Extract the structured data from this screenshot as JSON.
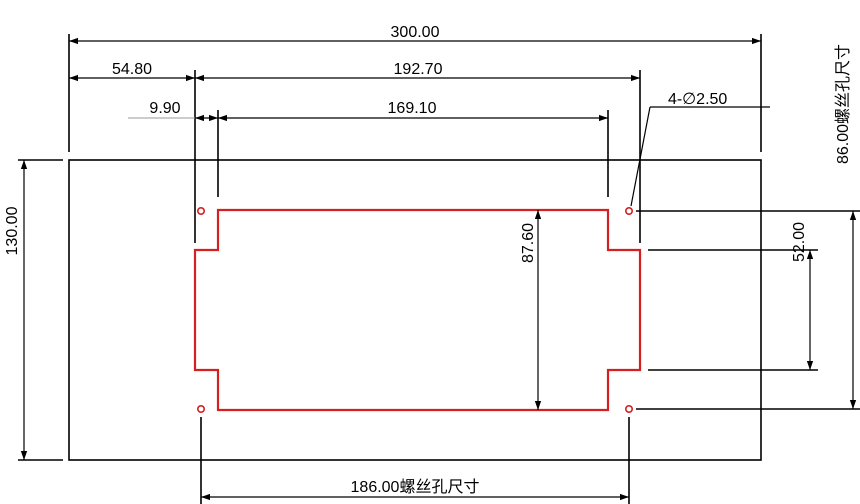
{
  "dimensions": {
    "overall_width": "300.00",
    "left_offset": "54.80",
    "hole_spacing_top": "192.70",
    "inner_offset": "9.90",
    "cutout_width": "169.10",
    "hole_callout": "4-∅2.50",
    "right_vertical_label": "86.00螺丝孔尺寸",
    "overall_height": "130.00",
    "cutout_height": "87.60",
    "tab_height": "52.00",
    "bottom_hole_spacing": "186.00螺丝孔尺寸"
  },
  "colors": {
    "outline": "#000000",
    "cutout": "#d42020",
    "extension_gray": "#999999"
  }
}
